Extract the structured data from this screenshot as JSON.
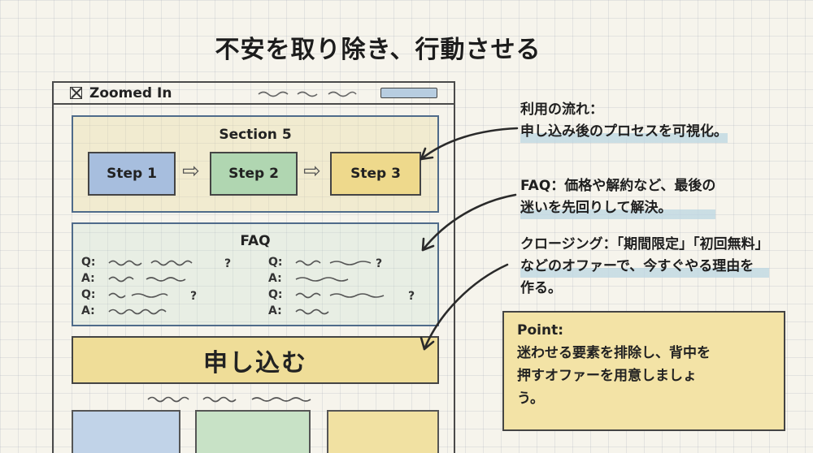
{
  "header": {
    "title": "不安を取り除き、行動させる"
  },
  "window": {
    "title": "Zoomed In"
  },
  "section5": {
    "title": "Section 5",
    "steps": [
      "Step 1",
      "Step 2",
      "Step 3"
    ]
  },
  "faq": {
    "title": "FAQ",
    "left": [
      "Q:",
      "A:",
      "Q:",
      "A:"
    ],
    "right": [
      "Q:",
      "A:",
      "Q:",
      "A:"
    ]
  },
  "cta": {
    "label": "申し込む"
  },
  "notes": {
    "flow": [
      "利用の流れ：",
      "申し込み後のプロセスを可視化。"
    ],
    "faq": [
      "FAQ：価格や解約など、最後の",
      "迷いを先回りして解決。"
    ],
    "closing": [
      "クロージング：「期間限定」「初回無料」",
      "などのオファーで、今すぐやる理由を",
      "作る。"
    ]
  },
  "point": {
    "title": "Point:",
    "lines": [
      "迷わせる要素を排除し、背中を",
      "押すオファーを用意しましょ",
      "う。"
    ]
  },
  "colors": {
    "step1": "#a7bede",
    "step2": "#b0d6b1",
    "step3": "#eed98c",
    "cta": "#efdd98",
    "point": "#f3e3a6",
    "panel_border": "#4f6b8a"
  },
  "icons": {
    "window": "close-box-icon",
    "step_arrow": "right-arrow-icon"
  }
}
